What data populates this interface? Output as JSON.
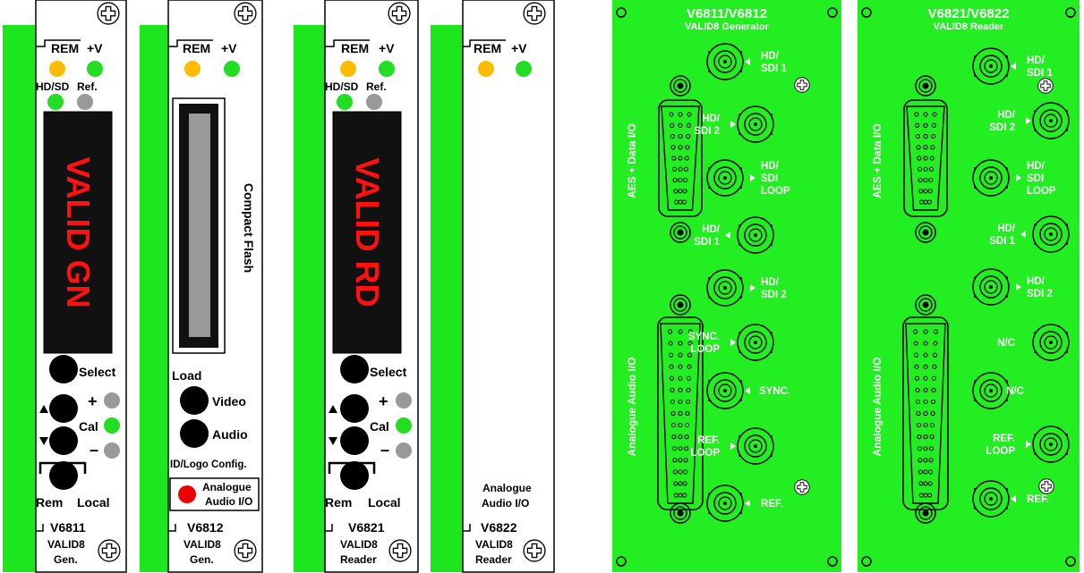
{
  "colors": {
    "green": "#1ee61e",
    "panel_green": "#22ee22",
    "amber": "#ffbb00",
    "led_green": "#22dd22",
    "grey_led": "#999999",
    "red_led": "#ee0000",
    "display_bg": "#111111",
    "display_text": "#ff1111"
  },
  "modules": [
    {
      "indicators": {
        "rem": "REM",
        "v": "+V",
        "hd_sd": "HD/SD",
        "ref": "Ref."
      },
      "display": "VALID GN",
      "buttons": {
        "select": "Select",
        "plus": "+",
        "cal": "Cal",
        "minus": "–",
        "rem": "Rem",
        "local": "Local"
      },
      "model": "V6811",
      "name_line1": "VALID8",
      "name_line2": "Gen."
    },
    {
      "indicators": {
        "rem": "REM",
        "v": "+V"
      },
      "slot": "Compact Flash",
      "buttons": {
        "load": "Load",
        "video": "Video",
        "audio": "Audio",
        "config": "ID/Logo Config."
      },
      "analogue": {
        "line1": "Analogue",
        "line2": "Audio I/O"
      },
      "model": "V6812",
      "name_line1": "VALID8",
      "name_line2": "Gen."
    },
    {
      "indicators": {
        "rem": "REM",
        "v": "+V",
        "hd_sd": "HD/SD",
        "ref": "Ref."
      },
      "display": "VALID RD",
      "buttons": {
        "select": "Select",
        "plus": "+",
        "cal": "Cal",
        "minus": "–",
        "rem": "Rem",
        "local": "Local"
      },
      "model": "V6821",
      "name_line1": "VALID8",
      "name_line2": "Reader"
    },
    {
      "indicators": {
        "rem": "REM",
        "v": "+V"
      },
      "analogue": {
        "line1": "Analogue",
        "line2": "Audio I/O"
      },
      "model": "V6822",
      "name_line1": "VALID8",
      "name_line2": "Reader"
    }
  ],
  "rear_panels": [
    {
      "title": "V6811/V6812",
      "subtitle": "VALID8 Generator",
      "aes_label": "AES + Data I/O",
      "analogue_label": "Analogue Audio I/O",
      "bnc": [
        [
          "HD/",
          "SDI 1"
        ],
        [
          "HD/",
          "SDI 2"
        ],
        [
          "HD/",
          "SDI",
          "LOOP"
        ],
        [
          "HD/",
          "SDI 1"
        ],
        [
          "HD/",
          "SDI 2"
        ],
        [
          "SYNC.",
          "LOOP"
        ],
        [
          "SYNC."
        ],
        [
          "REF.",
          "LOOP"
        ],
        [
          "REF."
        ]
      ]
    },
    {
      "title": "V6821/V6822",
      "subtitle": "VALID8 Reader",
      "aes_label": "AES + Data I/O",
      "analogue_label": "Analogue Audio I/O",
      "bnc": [
        [
          "HD/",
          "SDI 1"
        ],
        [
          "HD/",
          "SDI 2"
        ],
        [
          "HD/",
          "SDI",
          "LOOP"
        ],
        [
          "HD/",
          "SDI 1"
        ],
        [
          "HD/",
          "SDI 2"
        ],
        [
          "N/C"
        ],
        [
          "N/C"
        ],
        [
          "REF.",
          "LOOP"
        ],
        [
          "REF."
        ]
      ]
    }
  ]
}
